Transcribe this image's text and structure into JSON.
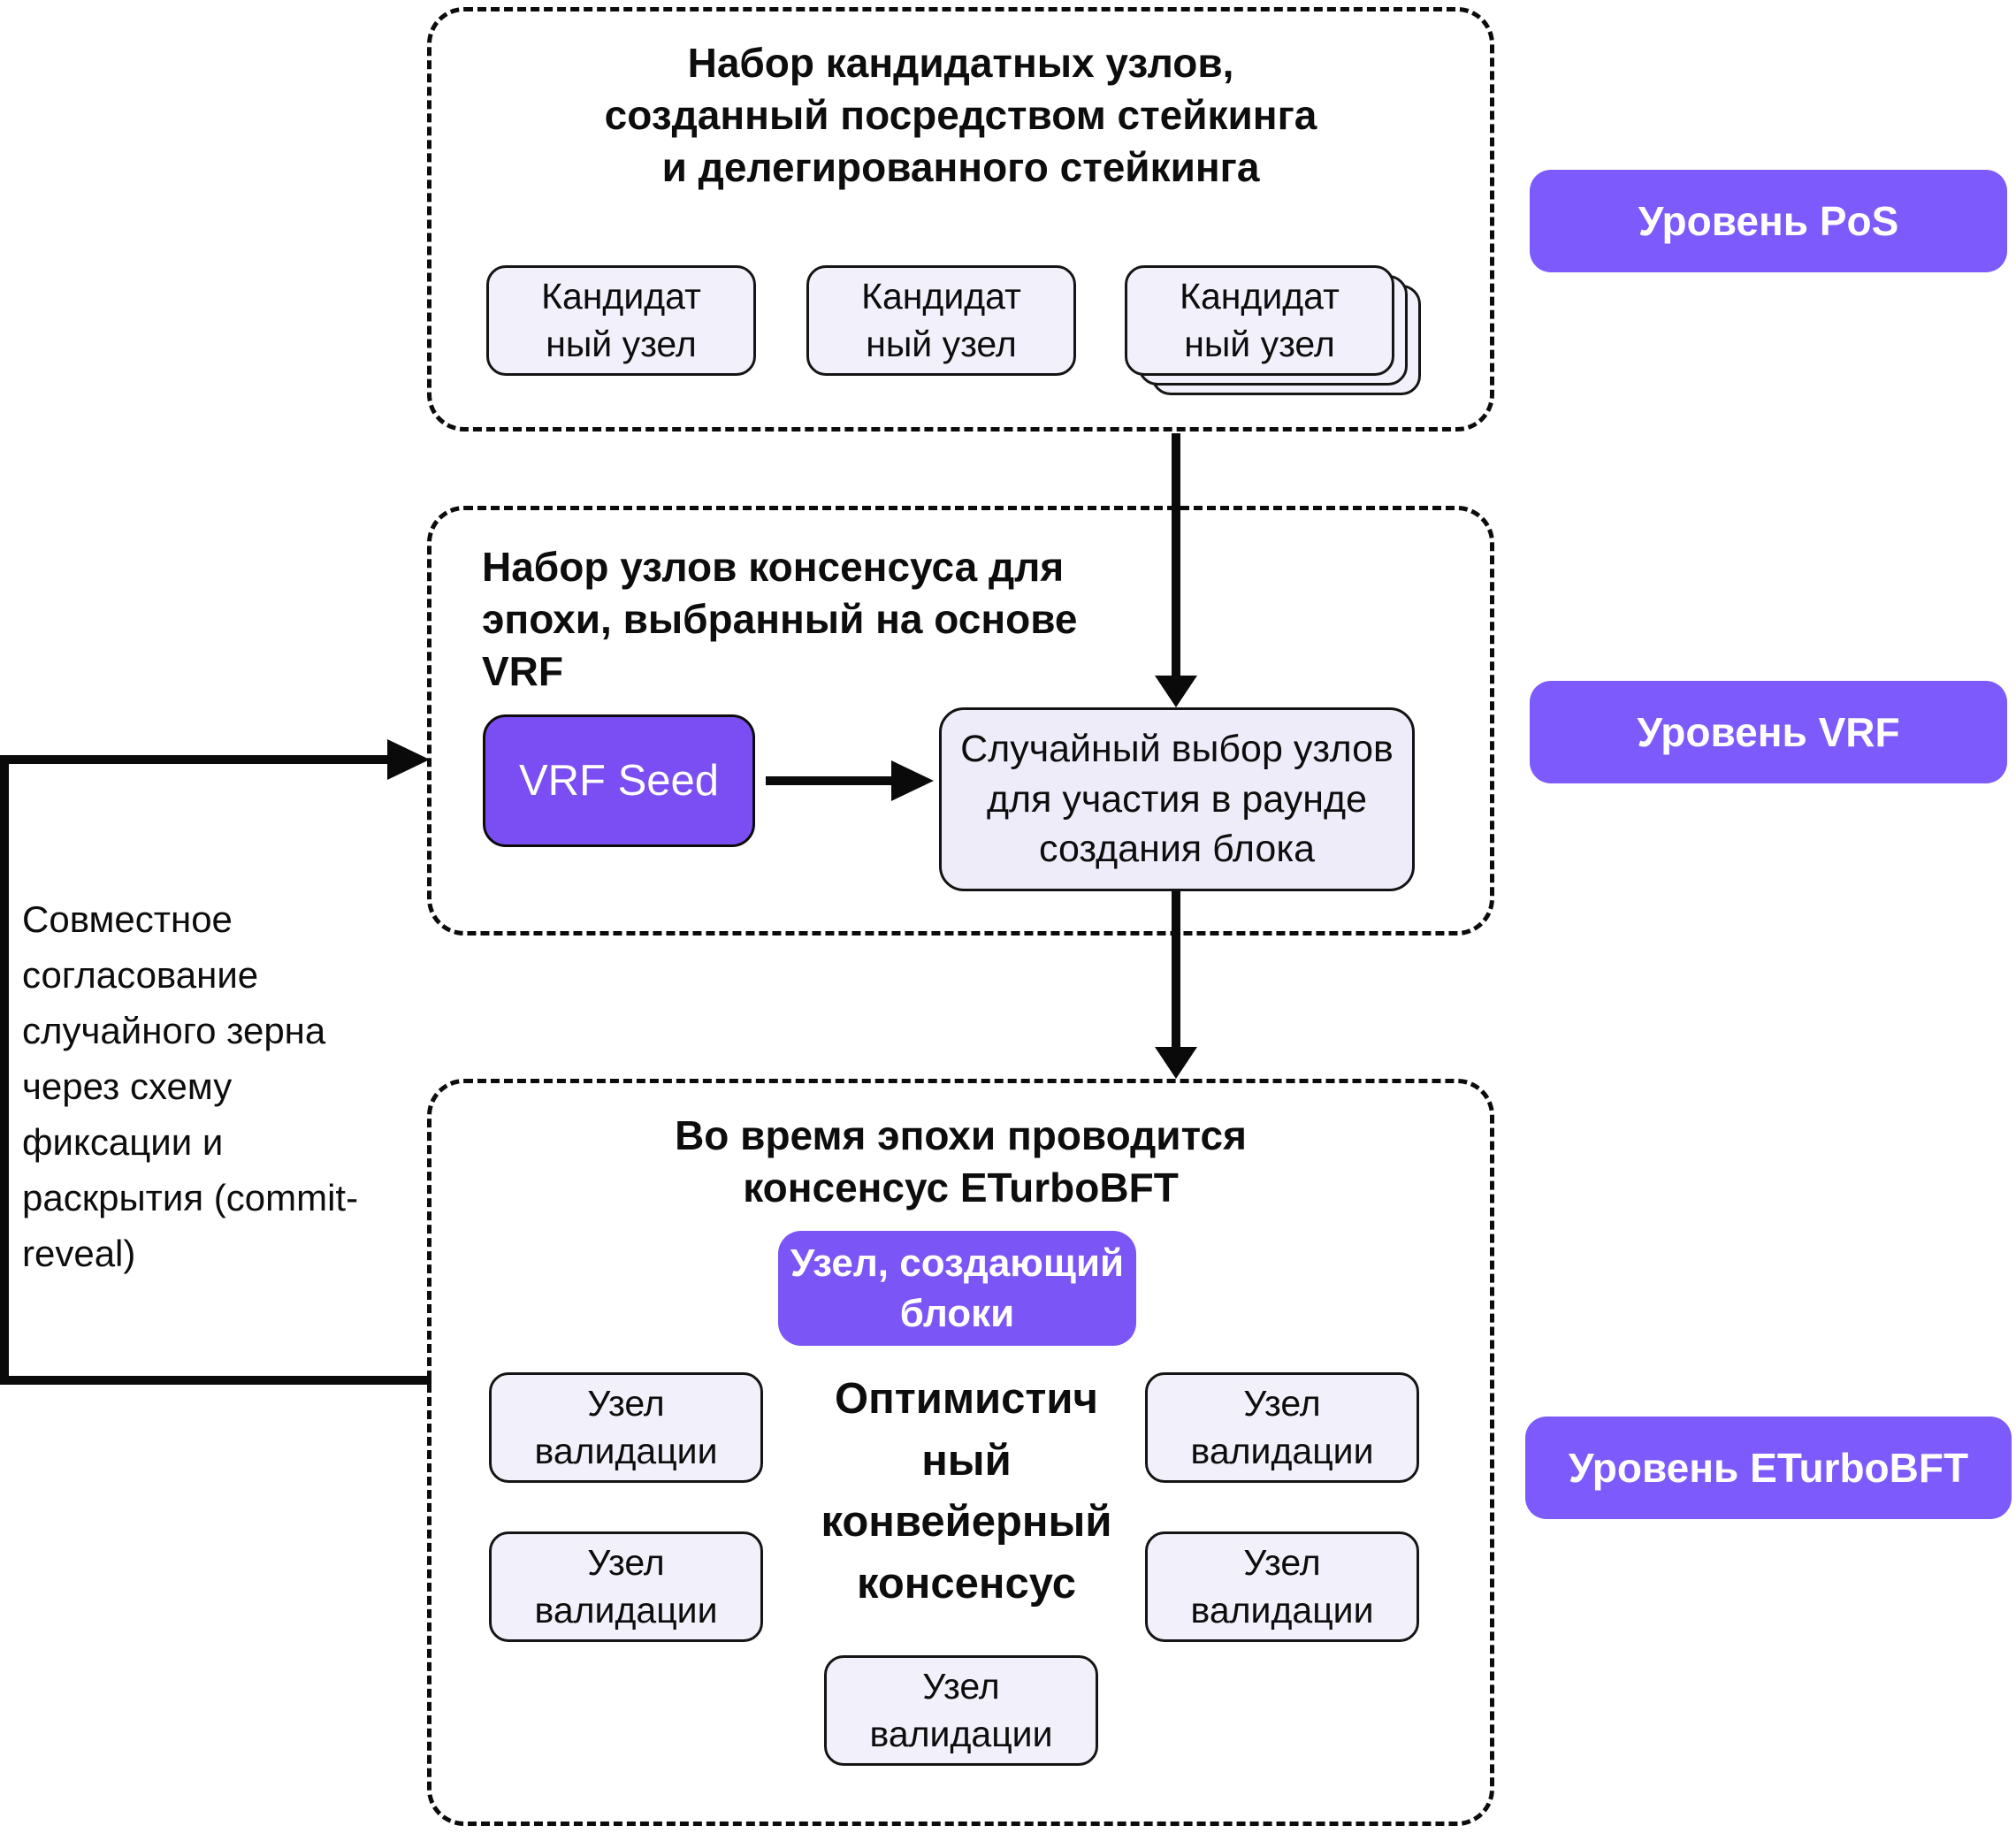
{
  "colors": {
    "background": "#ffffff",
    "badge_purple": "#7d5afb",
    "seed_purple": "#7a4ef2",
    "producer_purple": "#7b55f6",
    "node_fill": "#f2f0fb",
    "line_black": "#0a0a0a"
  },
  "levels": {
    "pos_label": "Уровень PoS",
    "vrf_label": "Уровень VRF",
    "bft_label": "Уровень ETurboBFT"
  },
  "pos": {
    "title": "Набор кандидатных узлов,\nсозданный посредством стейкинга\nи делегированного стейкинга",
    "candidates": [
      "Кандидат\nный узел",
      "Кандидат\nный узел",
      "Кандидат\nный узел"
    ]
  },
  "vrf": {
    "title": "Набор узлов консенсуса для\nэпохи, выбранный на основе\nVRF",
    "seed_label": "VRF Seed",
    "selection_text": "Случайный выбор узлов\nдля участия в раунде\nсоздания блока"
  },
  "bft": {
    "title": "Во время эпохи проводится\nконсенсус ETurboBFT",
    "producer_label": "Узел, создающий\nблоки",
    "center_text": "Оптимистич\nный\nконвейерный\nконсенсус",
    "validators": [
      "Узел\nвалидации",
      "Узел\nвалидации",
      "Узел\nвалидации",
      "Узел\nвалидации",
      "Узел\nвалидации"
    ]
  },
  "annotation": {
    "commit_reveal": "Совместное\nсогласование\nслучайного зерна\nчерез схему\nфиксации и\nраскрытия (commit-\nreveal)"
  }
}
